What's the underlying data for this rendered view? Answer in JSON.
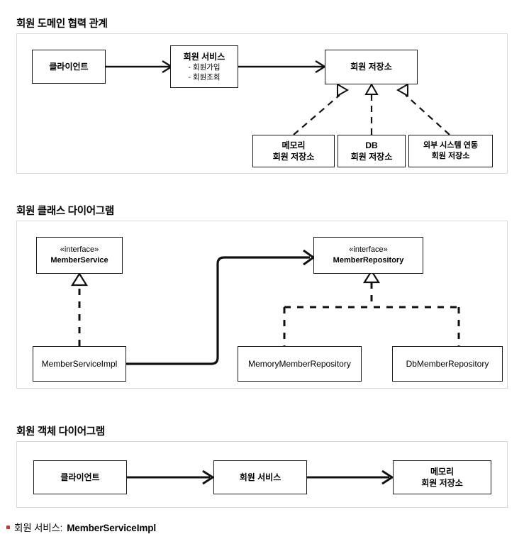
{
  "page": {
    "background": "#ffffff",
    "panel_border": "#d9d9d9",
    "node_border": "#1a1a1a",
    "bullet_color": "#c0392b"
  },
  "sections": [
    {
      "id": "domain-collaboration",
      "title": "회원 도메인 협력 관계",
      "nodes": {
        "client": {
          "label": "클라이언트"
        },
        "member_service": {
          "title": "회원 서비스",
          "items": [
            "- 회원가입",
            "- 회원조회"
          ]
        },
        "member_repository": {
          "label": "회원 저장소"
        },
        "memory_repo": {
          "line1": "메모리",
          "line2": "회원 저장소"
        },
        "db_repo": {
          "line1": "DB",
          "line2": "회원 저장소"
        },
        "external_repo": {
          "line1": "외부 시스템 연동",
          "line2": "회원 저장소"
        }
      }
    },
    {
      "id": "class-diagram",
      "title": "회원 클래스 다이어그램",
      "nodes": {
        "member_service_iface": {
          "stereotype": "«interface»",
          "name": "MemberService"
        },
        "member_repository_iface": {
          "stereotype": "«interface»",
          "name": "MemberRepository"
        },
        "member_service_impl": {
          "name": "MemberServiceImpl"
        },
        "memory_member_repository": {
          "name": "MemoryMemberRepository"
        },
        "db_member_repository": {
          "name": "DbMemberRepository"
        }
      }
    },
    {
      "id": "object-diagram",
      "title": "회원 객체 다이어그램",
      "nodes": {
        "client": {
          "label": "클라이언트"
        },
        "member_service": {
          "label": "회원 서비스"
        },
        "memory_member_repository": {
          "line1": "메모리",
          "line2": "회원 저장소"
        }
      }
    }
  ],
  "footer": {
    "bullet": "square-bullet-icon",
    "label": "회원 서비스:",
    "value": "MemberServiceImpl"
  }
}
